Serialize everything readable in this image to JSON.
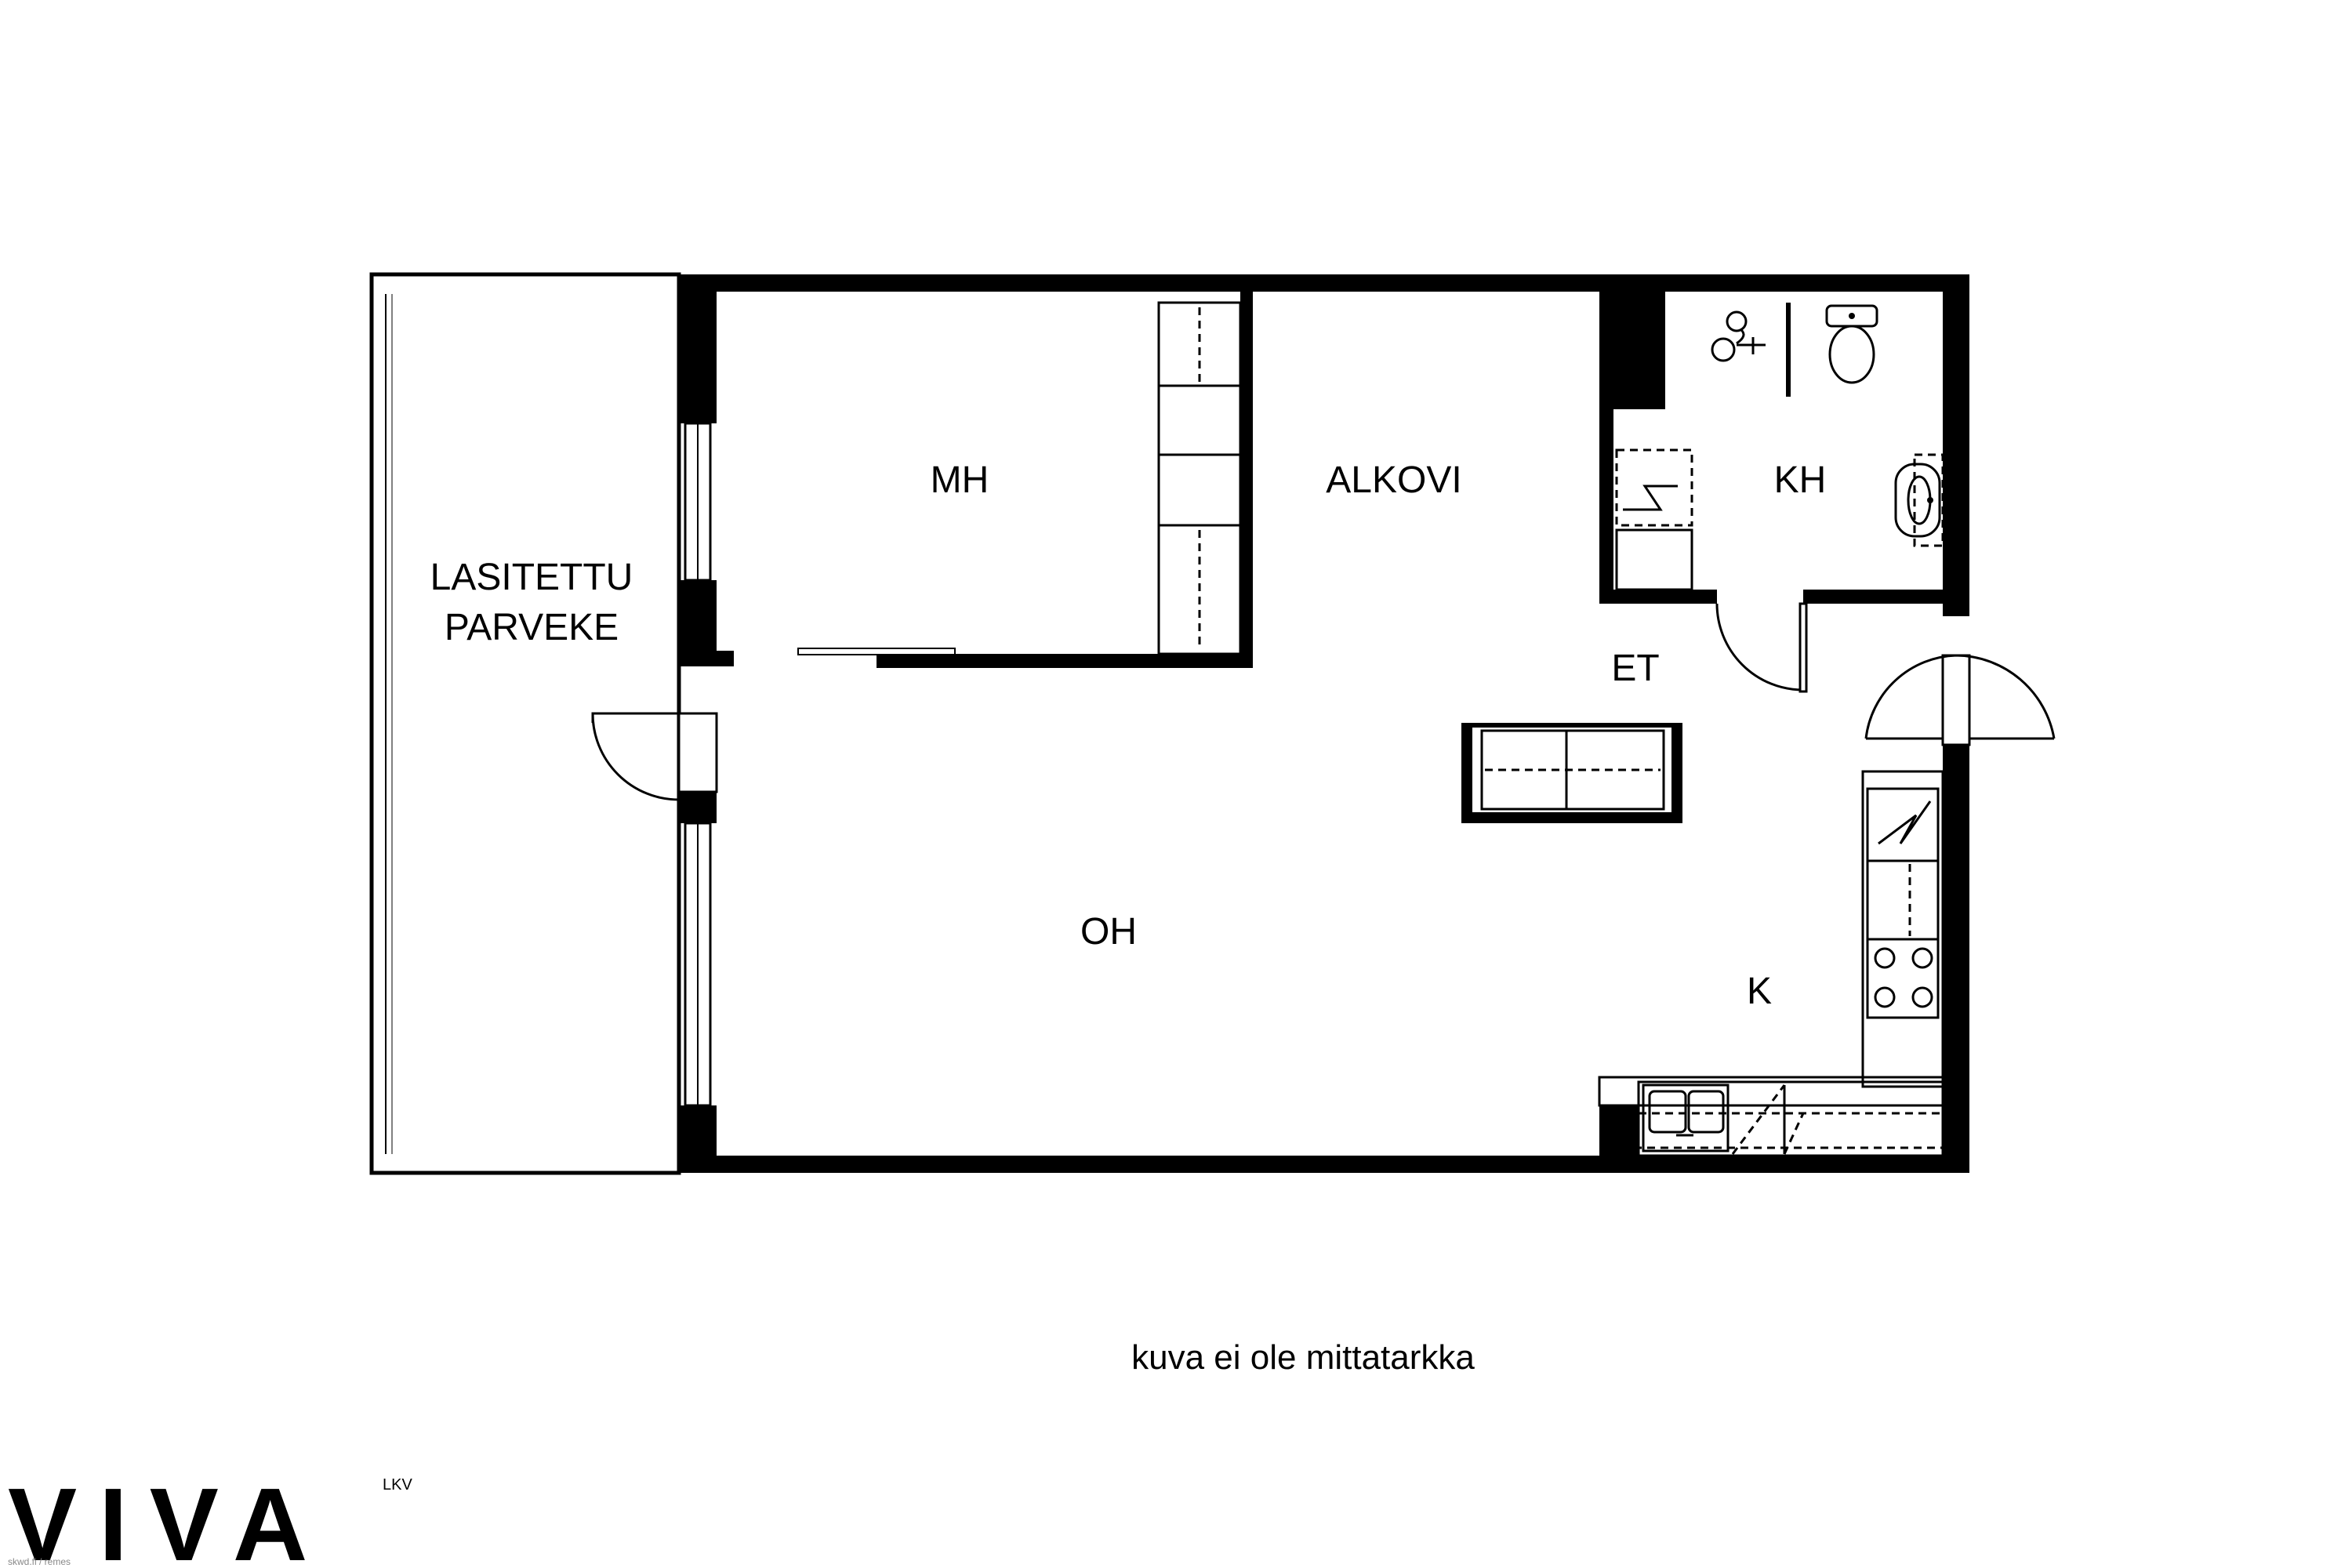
{
  "rooms": {
    "balcony_line1": "LASITETTU",
    "balcony_line2": "PARVEKE",
    "bedroom": "MH",
    "alcove": "ALKOVI",
    "bathroom": "KH",
    "entrance": "ET",
    "living_room": "OH",
    "kitchen": "K"
  },
  "caption": "kuva ei ole mittatarkka",
  "brand": {
    "logo": "VIVA",
    "suffix": "LKV",
    "credit": "skwd.fi / remes"
  },
  "colors": {
    "wall": "#000000",
    "background": "#ffffff"
  }
}
